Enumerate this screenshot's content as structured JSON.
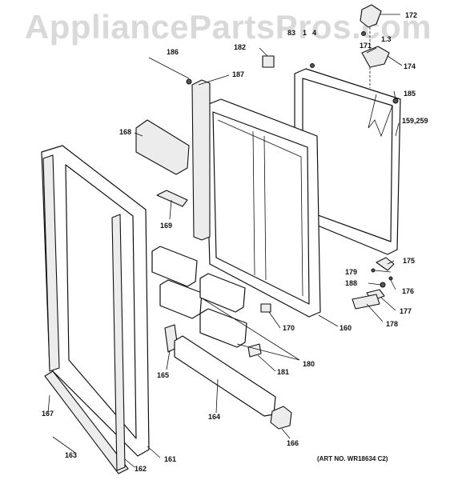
{
  "watermark": "AppliancePartsPros.com",
  "art_number": "(ART NO. WR18634 C2)",
  "callouts": [
    "172",
    "83",
    "1",
    "4",
    "1.3",
    "182",
    "171",
    "174",
    "186",
    "187",
    "185",
    "168",
    "159,259",
    "169",
    "175",
    "179",
    "188",
    "176",
    "177",
    "178",
    "170",
    "160",
    "180",
    "181",
    "165",
    "164",
    "167",
    "166",
    "163",
    "162",
    "161"
  ]
}
